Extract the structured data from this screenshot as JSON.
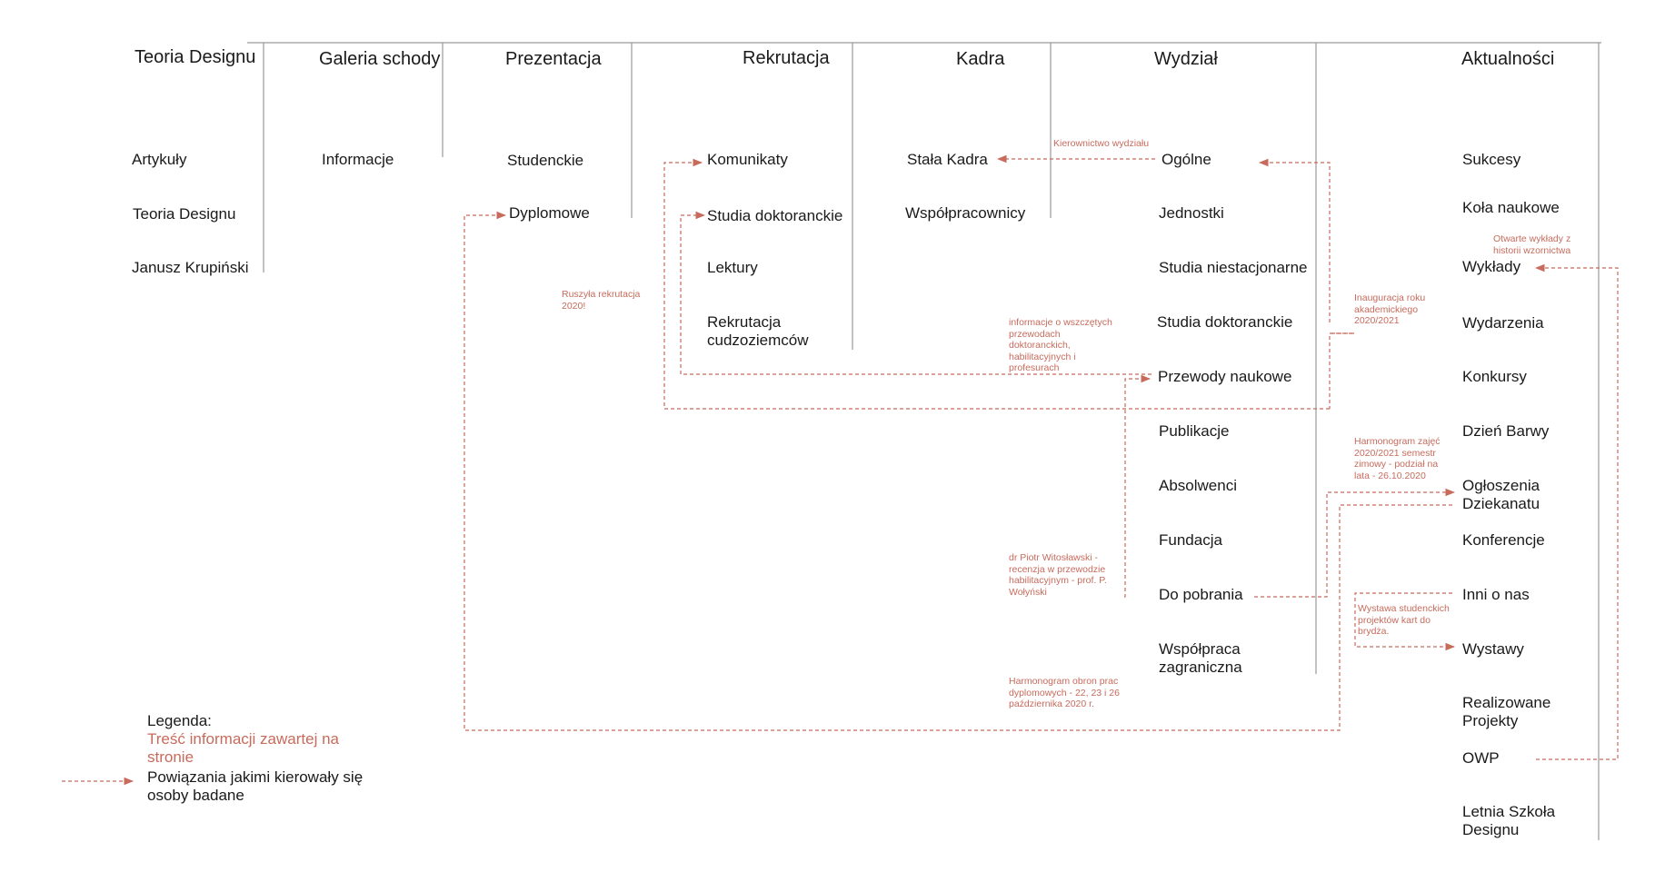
{
  "colors": {
    "text": "#1a1a1a",
    "accent": "#c76b5c",
    "rule": "#9a9a9a"
  },
  "columns": [
    {
      "label": "Teoria Designu",
      "items": [
        "Artykuły",
        "Teoria Designu",
        "Janusz Krupiński"
      ]
    },
    {
      "label": "Galeria schody",
      "items": [
        "Informacje"
      ]
    },
    {
      "label": "Prezentacja",
      "items": [
        "Studenckie",
        "Dyplomowe"
      ]
    },
    {
      "label": "Rekrutacja",
      "items": [
        "Komunikaty",
        "Studia doktoranckie",
        "Lektury",
        "Rekrutacja cudzoziemców"
      ]
    },
    {
      "label": "Kadra",
      "items": [
        "Stała Kadra",
        "Współpracownicy"
      ]
    },
    {
      "label": "Wydział",
      "items": [
        "Ogólne",
        "Jednostki",
        "Studia niestacjonarne",
        "Studia doktoranckie",
        "Przewody naukowe",
        "Publikacje",
        "Absolwenci",
        "Fundacja",
        "Do pobrania",
        "Współpraca zagraniczna"
      ]
    },
    {
      "label": "Aktualności",
      "items": [
        "Sukcesy",
        "Koła naukowe",
        "Wykłady",
        "Wydarzenia",
        "Konkursy",
        "Dzień Barwy",
        "Ogłoszenia Dziekanatu",
        "Konferencje",
        "Inni o nas",
        "Wystawy",
        "Realizowane Projekty",
        "OWP",
        "Letnia Szkoła Designu"
      ]
    }
  ],
  "notes": {
    "kierownictwo": "Kierownictwo wydziału",
    "otwarte": "Otwarte wykłady z historii wzornictwa",
    "inauguracja": "Inauguracja roku akademickiego 2020/2021",
    "ruszyla": "Ruszyła rekrutacja 2020!",
    "informacje": "informacje o wszczętych przewodach doktoranckich, habilitacyjnych i profesurach",
    "harmonogram_zajec": "Harmonogram zajęć 2020/2021 semestr zimowy - podział na lata - 26.10.2020",
    "witoslawski": "dr Piotr Witosławski - recenzja w przewodzie habilitacyjnym - prof. P. Wołyński",
    "wystawa": "Wystawa studenckich projektów kart do brydża.",
    "harmonogram_obron": "Harmonogram obron prac dyplomowych - 22, 23 i 26 października 2020 r."
  },
  "legend": {
    "title": "Legenda:",
    "content_label": "Treść informacji zawartej na stronie",
    "arrow_label": "Powiązania jakimi kierowały się osoby badane"
  }
}
